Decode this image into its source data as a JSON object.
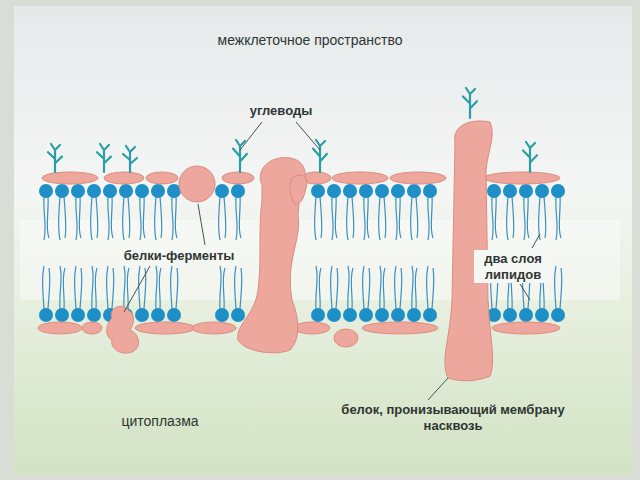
{
  "diagram": {
    "labels": [
      "межклеточное пространство",
      "углеводы",
      "белки-ферменты",
      "два слоя липидов",
      "белок, пронизывающий мембрану насквозь",
      "цитоплазма"
    ]
  }
}
